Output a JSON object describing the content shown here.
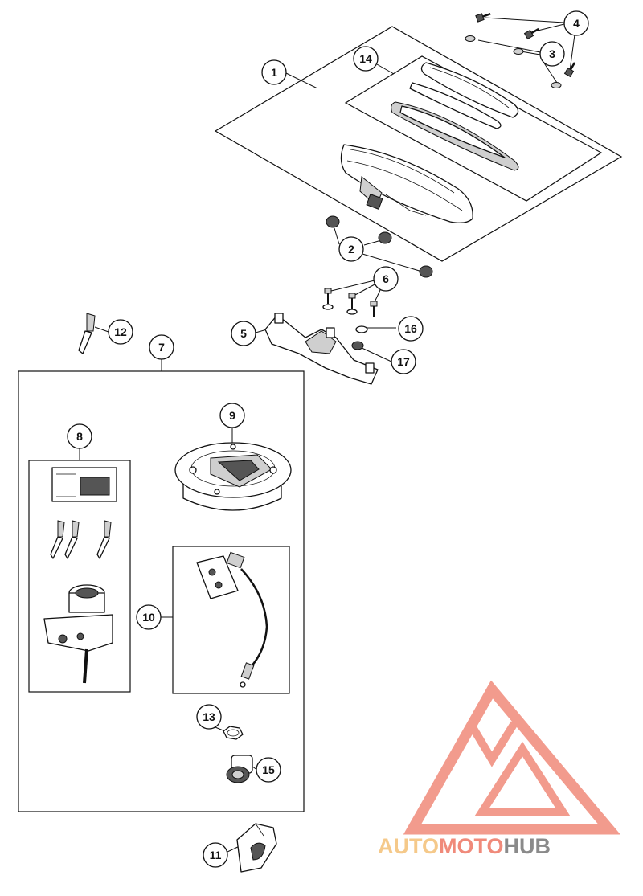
{
  "callouts": {
    "c1": "1",
    "c2": "2",
    "c3": "3",
    "c4": "4",
    "c5": "5",
    "c6": "6",
    "c7": "7",
    "c8": "8",
    "c9": "9",
    "c10": "10",
    "c11": "11",
    "c12": "12",
    "c13": "13",
    "c14": "14",
    "c15": "15",
    "c16": "16",
    "c17": "17"
  },
  "watermark": {
    "part1": "AUTO",
    "part2": "MOTO",
    "part3": "HUB",
    "color_auto": "#f5c98a",
    "color_moto": "#f08a7a",
    "color_hub": "#8a8a8a",
    "logo_color": "#f08a7a"
  }
}
